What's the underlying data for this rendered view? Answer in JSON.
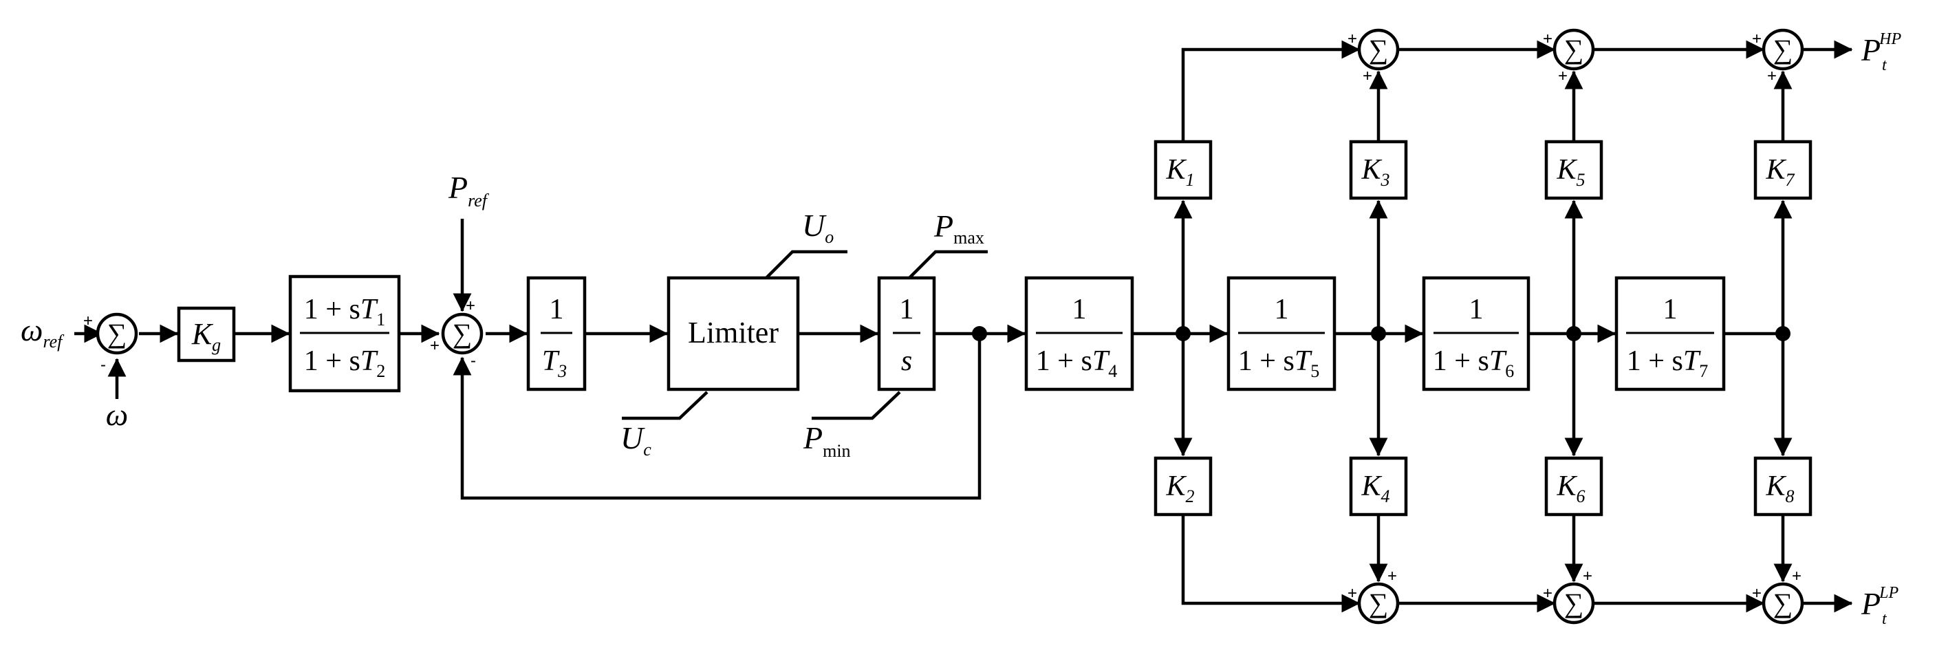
{
  "diagram": {
    "sum_glyph": "∑",
    "inputs": {
      "omega_ref": {
        "main": "ω",
        "sub": "ref"
      },
      "omega": {
        "main": "ω"
      },
      "p_ref": {
        "main": "P",
        "sub": "ref"
      }
    },
    "gain_kg": {
      "main": "K",
      "sub": "g"
    },
    "lead_lag": {
      "num": {
        "pre": "1 + s",
        "T": "T",
        "sub": "1"
      },
      "den": {
        "pre": "1 + s",
        "T": "T",
        "sub": "2"
      }
    },
    "block_t3": {
      "num": "1",
      "den": {
        "T": "T",
        "sub": "3"
      }
    },
    "limiter": {
      "label": "Limiter",
      "upper": {
        "main": "U",
        "sub": "o"
      },
      "lower": {
        "main": "U",
        "sub": "c"
      }
    },
    "integrator": {
      "num": "1",
      "den": "s",
      "upper": {
        "main": "P",
        "sub": "max"
      },
      "lower": {
        "main": "P",
        "sub": "min"
      }
    },
    "lags": [
      {
        "num": "1",
        "pre": "1 + s",
        "T": "T",
        "sub": "4"
      },
      {
        "num": "1",
        "pre": "1 + s",
        "T": "T",
        "sub": "5"
      },
      {
        "num": "1",
        "pre": "1 + s",
        "T": "T",
        "sub": "6"
      },
      {
        "num": "1",
        "pre": "1 + s",
        "T": "T",
        "sub": "7"
      }
    ],
    "gains": [
      {
        "main": "K",
        "sub": "1"
      },
      {
        "main": "K",
        "sub": "2"
      },
      {
        "main": "K",
        "sub": "3"
      },
      {
        "main": "K",
        "sub": "4"
      },
      {
        "main": "K",
        "sub": "5"
      },
      {
        "main": "K",
        "sub": "6"
      },
      {
        "main": "K",
        "sub": "7"
      },
      {
        "main": "K",
        "sub": "8"
      }
    ],
    "outputs": {
      "hp": {
        "main": "P",
        "sub": "t",
        "sup": "HP"
      },
      "lp": {
        "main": "P",
        "sub": "t",
        "sup": "LP"
      }
    },
    "signs": {
      "plus": "+",
      "minus": "-"
    }
  }
}
